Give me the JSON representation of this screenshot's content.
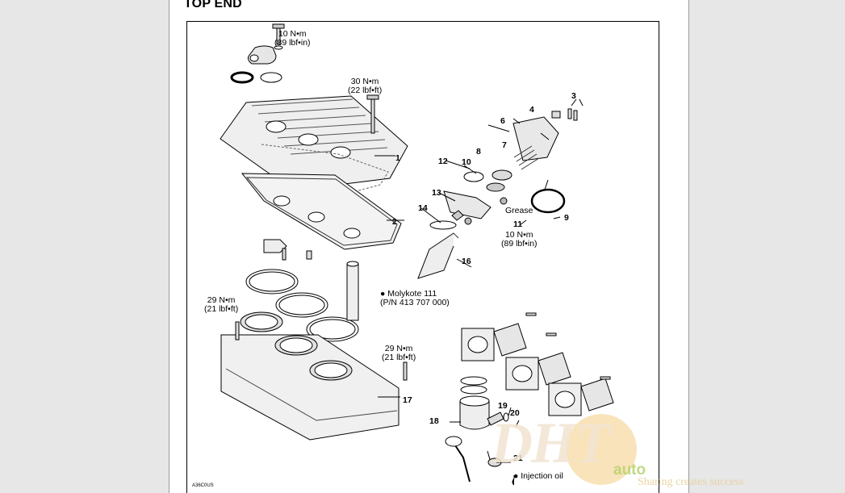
{
  "document": {
    "section_title": "TOP END",
    "figure_code": "A36C0US"
  },
  "labels": {
    "torque_top": [
      "10 N•m",
      "(89 lbf•in)"
    ],
    "torque_head": [
      "30 N•m",
      "(22 lbf•ft)"
    ],
    "torque_cyl_left": [
      "29 N•m",
      "(21 lbf•ft)"
    ],
    "torque_cyl_right": [
      "29 N•m",
      "(21 lbf•ft)"
    ],
    "torque_rave": [
      "10 N•m",
      "(89 lbf•in)"
    ],
    "molykote": [
      "Molykote 111",
      "(P/N 413 707 000)"
    ],
    "grease": "Grease",
    "injection_oil": "Injection oil"
  },
  "parts": [
    "1",
    "2",
    "3",
    "4",
    "6",
    "7",
    "8",
    "9",
    "10",
    "11",
    "12",
    "13",
    "14",
    "16",
    "17",
    "18",
    "19",
    "20",
    "21"
  ],
  "watermark": {
    "logo": "DHT",
    "sub": "auto",
    "tagline": "Sharing creates success"
  }
}
